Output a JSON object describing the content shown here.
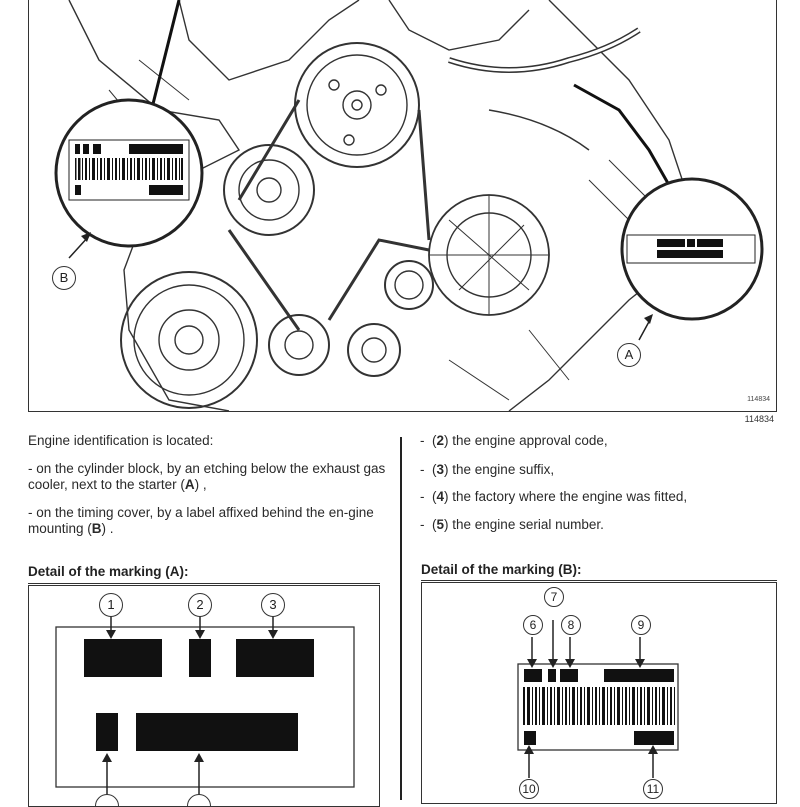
{
  "figure": {
    "callout_b": "B",
    "callout_a": "A",
    "figure_id_small": "114834",
    "figure_id": "114834"
  },
  "left_column": {
    "intro": "Engine identification is located:",
    "item1_pre": "- on the cylinder block, by an etching below the exhaust gas cooler, next to the starter (",
    "item1_bold": "A",
    "item1_post": ") ,",
    "item2_pre": "- on the timing cover, by a label affixed behind the en-gine mounting (",
    "item2_bold": "B",
    "item2_post": ") ."
  },
  "right_column": {
    "items": [
      {
        "num": "2",
        "text": " the engine approval code,"
      },
      {
        "num": "3",
        "text": " the engine suffix,"
      },
      {
        "num": "4",
        "text": " the factory where the engine was fitted,"
      },
      {
        "num": "5",
        "text": " the engine serial number."
      }
    ]
  },
  "detail_a": {
    "heading": "Detail of the marking (A):",
    "callouts": [
      "1",
      "2",
      "3"
    ]
  },
  "detail_b": {
    "heading": "Detail of the marking (B):",
    "callouts": [
      "6",
      "7",
      "8",
      "9",
      "10",
      "11"
    ]
  }
}
